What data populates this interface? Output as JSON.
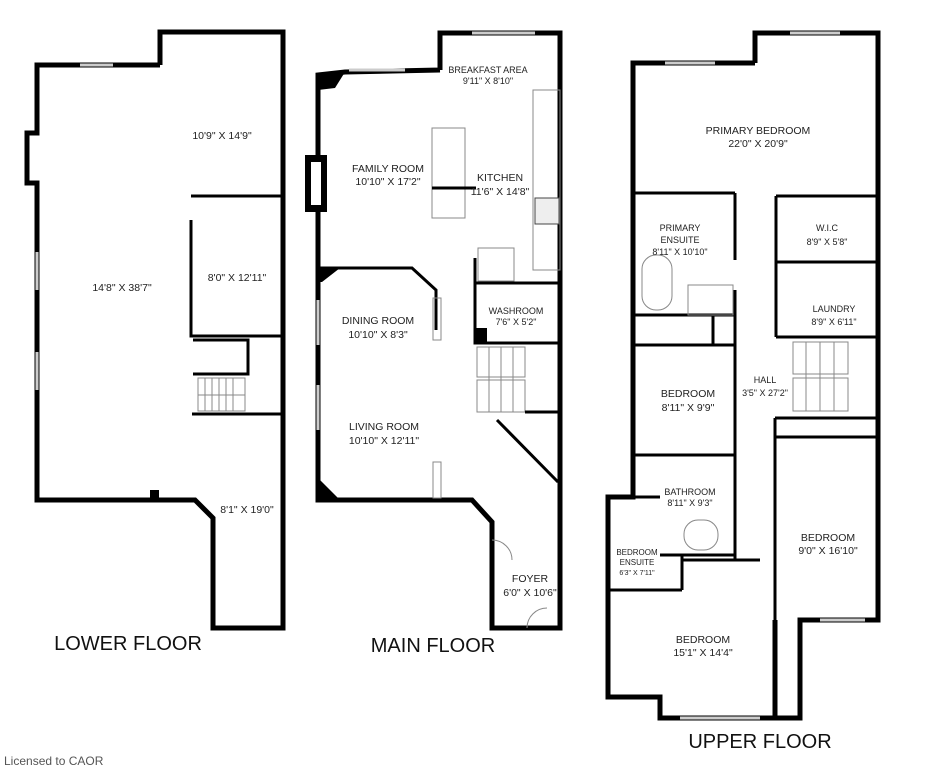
{
  "lower_floor": {
    "title": "LOWER FLOOR",
    "rooms": [
      {
        "dims": "10'9\" X 14'9\""
      },
      {
        "dims": "8'0\" X 12'11\""
      },
      {
        "dims": "14'8\" X 38'7\""
      },
      {
        "dims": "8'1\" X 19'0\""
      }
    ]
  },
  "main_floor": {
    "title": "MAIN FLOOR",
    "rooms": [
      {
        "name": "BREAKFAST AREA",
        "dims": "9'11\" X 8'10\""
      },
      {
        "name": "FAMILY ROOM",
        "dims": "10'10\" X 17'2\""
      },
      {
        "name": "KITCHEN",
        "dims": "11'6\" X 14'8\""
      },
      {
        "name": "DINING ROOM",
        "dims": "10'10\" X 8'3\""
      },
      {
        "name": "WASHROOM",
        "dims": "7'6\" X 5'2\""
      },
      {
        "name": "LIVING ROOM",
        "dims": "10'10\" X 12'11\""
      },
      {
        "name": "FOYER",
        "dims": "6'0\" X 10'6\""
      }
    ]
  },
  "upper_floor": {
    "title": "UPPER FLOOR",
    "rooms": [
      {
        "name": "PRIMARY BEDROOM",
        "dims": "22'0\" X 20'9\""
      },
      {
        "name": "PRIMARY",
        "name2": "ENSUITE",
        "dims": "8'11\" X 10'10\""
      },
      {
        "name": "W.I.C",
        "dims": "8'9\" X 5'8\""
      },
      {
        "name": "LAUNDRY",
        "dims": "8'9\" X 6'11\""
      },
      {
        "name": "HALL",
        "dims": "3'5\" X 27'2\""
      },
      {
        "name": "BEDROOM",
        "dims": "8'11\" X 9'9\""
      },
      {
        "name": "BATHROOM",
        "dims": "8'11\" X 9'3\""
      },
      {
        "name": "BEDROOM",
        "name2": "ENSUITE",
        "dims": "6'3\" X 7'11\""
      },
      {
        "name": "BEDROOM",
        "dims": "9'0\" X 16'10\""
      },
      {
        "name": "BEDROOM",
        "dims": "15'1\" X 14'4\""
      }
    ]
  },
  "footer": {
    "license": "Licensed to CAOR"
  }
}
